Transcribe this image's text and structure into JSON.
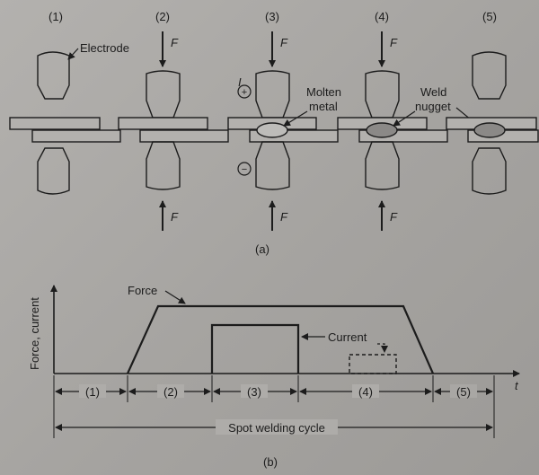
{
  "part_a": {
    "step_labels": [
      "(1)",
      "(2)",
      "(3)",
      "(4)",
      "(5)"
    ],
    "electrode_label": "Electrode",
    "force_symbol": "F",
    "current_symbol": "I",
    "plus_sign": "+",
    "minus_sign": "−",
    "molten_label_line1": "Molten",
    "molten_label_line2": "metal",
    "weld_label_line1": "Weld",
    "weld_label_line2": "nugget",
    "caption": "(a)"
  },
  "part_b": {
    "y_axis_label": "Force, current",
    "time_symbol": "t",
    "force_label": "Force",
    "current_label": "Current",
    "phase_labels": [
      "(1)",
      "(2)",
      "(3)",
      "(4)",
      "(5)"
    ],
    "cycle_label": "Spot welding cycle",
    "caption": "(b)"
  },
  "colors": {
    "ink": "#1c1c1c",
    "paper": "#aeaca9",
    "nugget": "#8b8987",
    "molten": "#bdbcb9"
  }
}
